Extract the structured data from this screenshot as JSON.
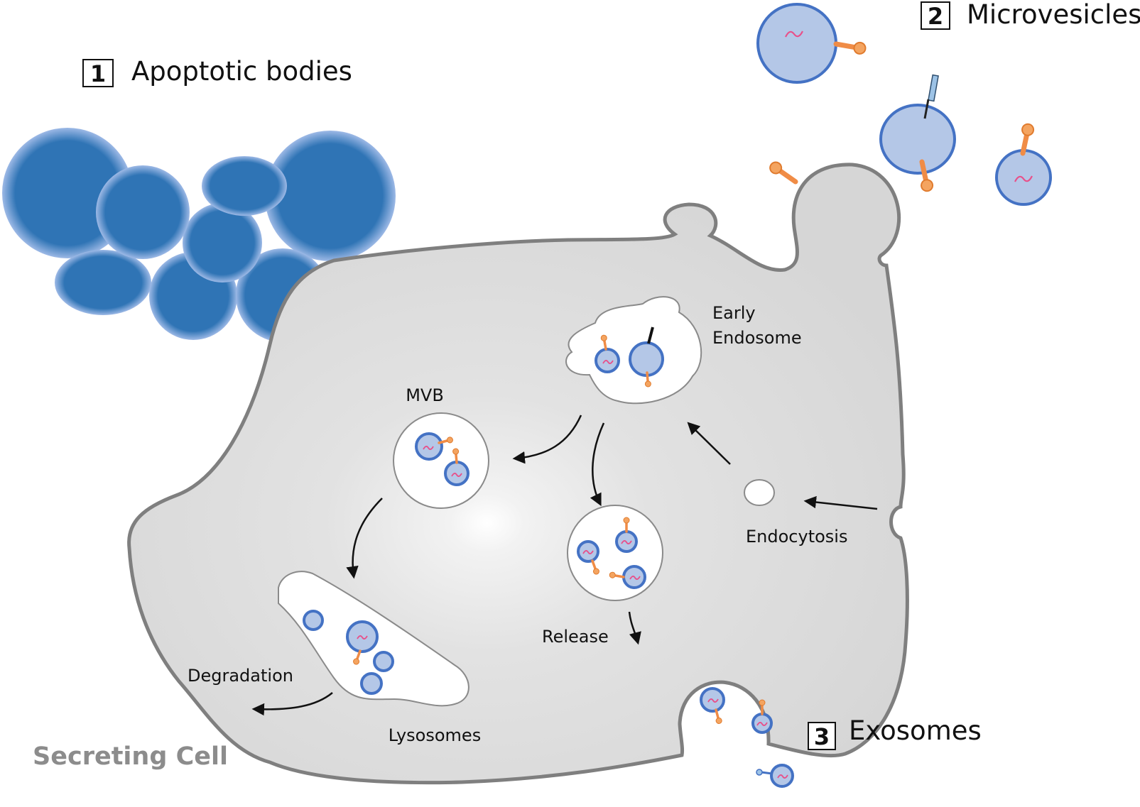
{
  "diagram": {
    "apoptotic": {
      "number": "1",
      "label": "Apoptotic bodies"
    },
    "microvesicles": {
      "number": "2",
      "label": "Microvesicles"
    },
    "exosomes": {
      "number": "3",
      "label": "Exosomes"
    },
    "labels": {
      "early_endosome_line1": "Early",
      "early_endosome_line2": "Endosome",
      "mvb": "MVB",
      "endocytosis": "Endocytosis",
      "release": "Release",
      "degradation": "Degradation",
      "lysosomes": "Lysosomes",
      "cell": "Secreting Cell"
    },
    "colors": {
      "apoptotic_fill": "#2f74b5",
      "cell_fill": "#dedede",
      "cell_stroke": "#808080",
      "vesicle_fill": "#b4c7e7",
      "vesicle_stroke": "#4472c4",
      "protein": "#f4a460",
      "rna": "#e8508a"
    }
  }
}
